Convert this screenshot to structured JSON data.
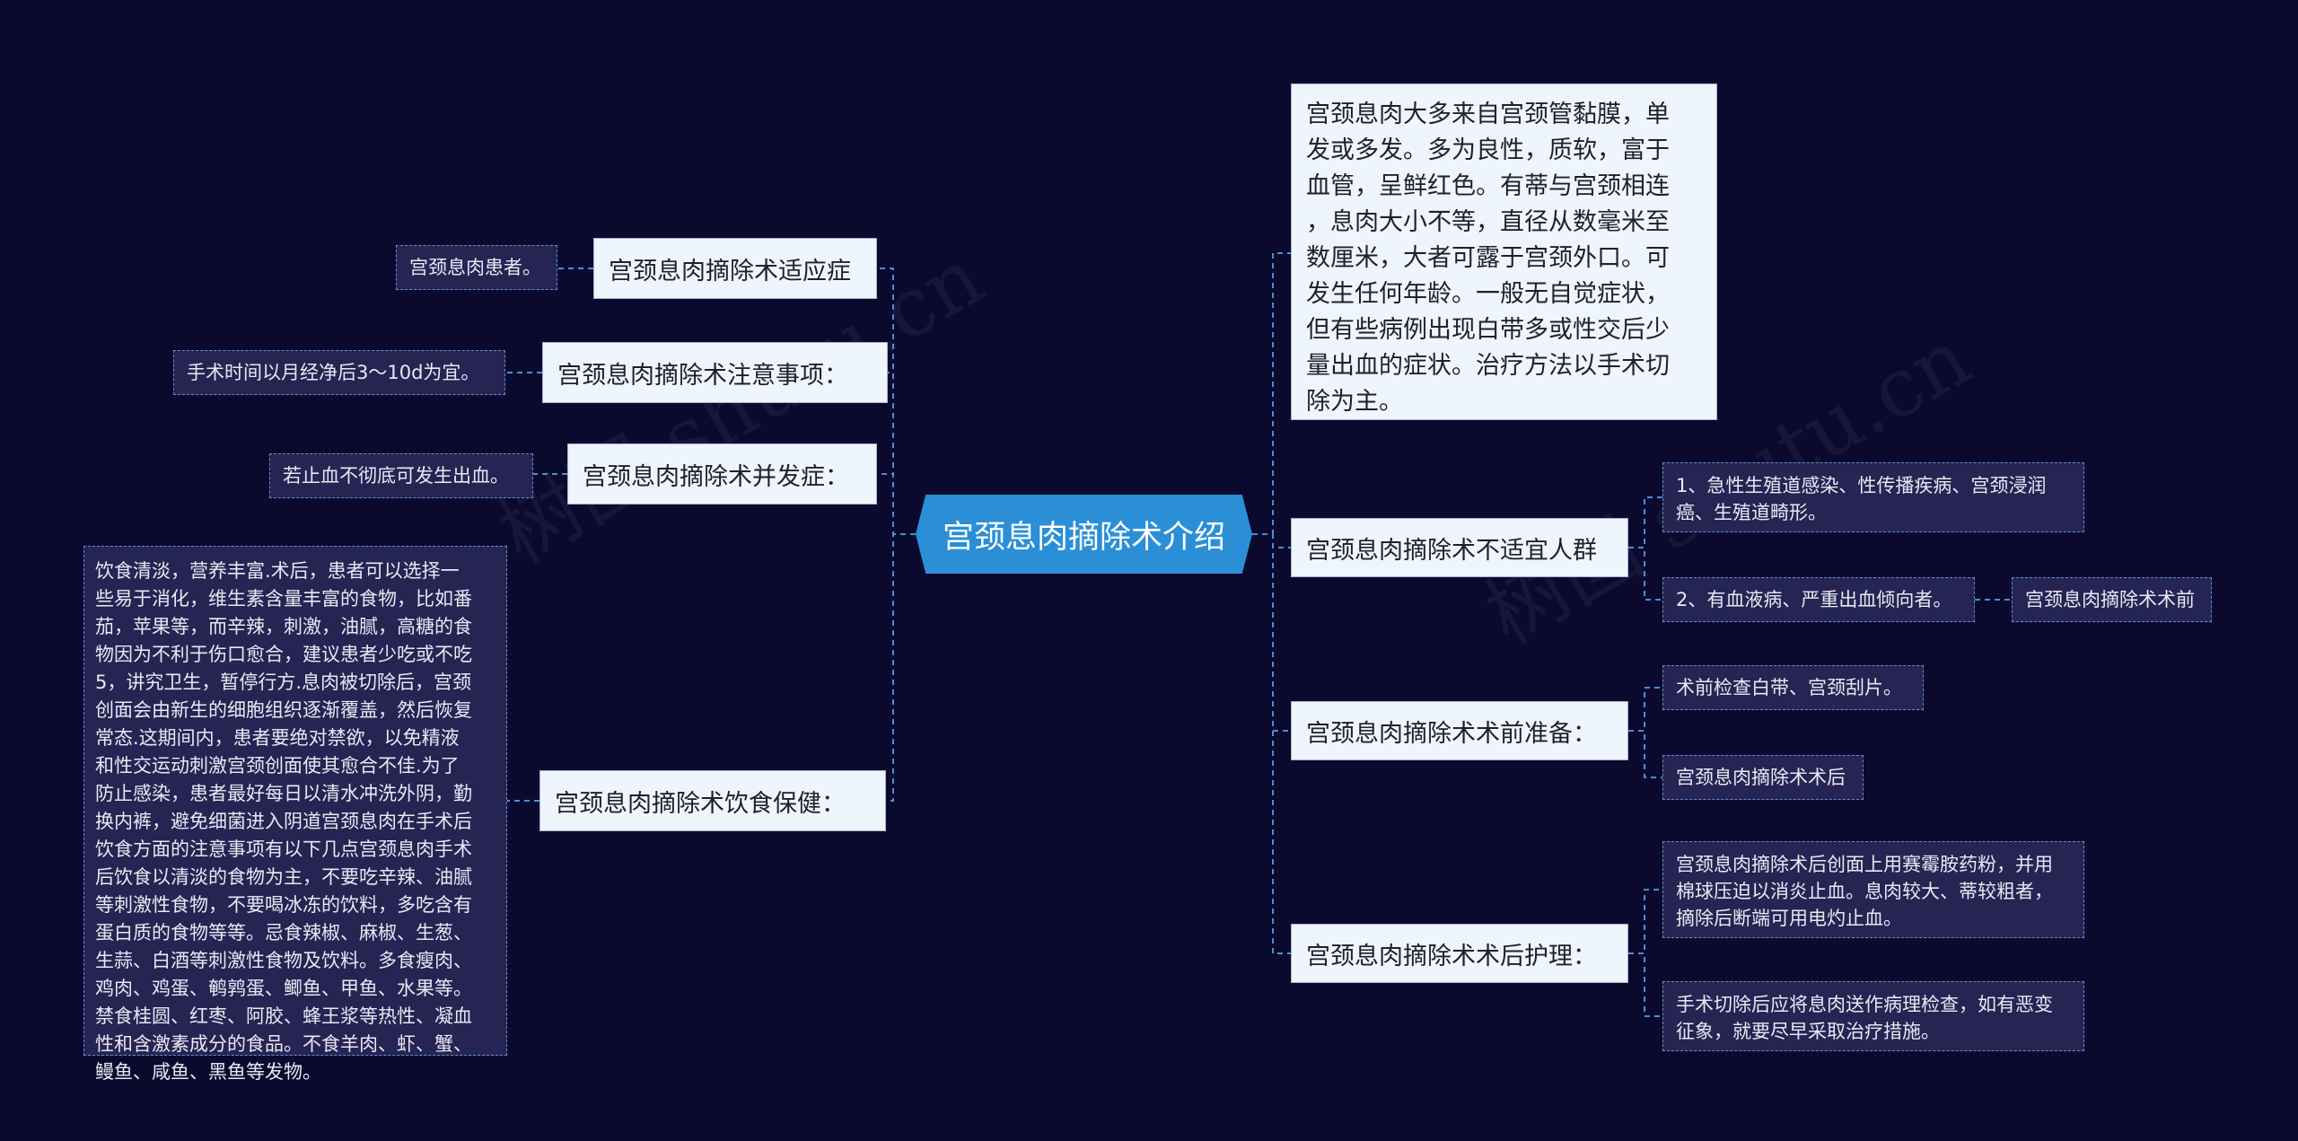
{
  "center": {
    "label": "宫颈息肉摘除术介绍"
  },
  "left": [
    {
      "label": "宫颈息肉摘除术适应症",
      "children": [
        "宫颈息肉患者。"
      ]
    },
    {
      "label": "宫颈息肉摘除术注意事项：",
      "children": [
        "手术时间以月经净后3～10d为宜。"
      ]
    },
    {
      "label": "宫颈息肉摘除术并发症：",
      "children": [
        "若止血不彻底可发生出血。"
      ]
    },
    {
      "label": "宫颈息肉摘除术饮食保健：",
      "children": [
        "饮食清淡，营养丰富.术后，患者可以选择一\n些易于消化，维生素含量丰富的食物，比如番\n茄，苹果等，而辛辣，刺激，油腻，高糖的食\n物因为不利于伤口愈合，建议患者少吃或不吃\n5，讲究卫生，暂停行方.息肉被切除后，宫颈\n创面会由新生的细胞组织逐渐覆盖，然后恢复\n常态.这期间内，患者要绝对禁欲，以免精液\n和性交运动刺激宫颈创面使其愈合不佳.为了\n防止感染，患者最好每日以清水冲洗外阴，勤\n换内裤，避免细菌进入阴道宫颈息肉在手术后\n饮食方面的注意事项有以下几点宫颈息肉手术\n后饮食以清淡的食物为主，不要吃辛辣、油腻\n等刺激性食物，不要喝冰冻的饮料，多吃含有\n蛋白质的食物等等。忌食辣椒、麻椒、生葱、\n生蒜、白酒等刺激性食物及饮料。多食瘦肉、\n鸡肉、鸡蛋、鹌鹑蛋、鲫鱼、甲鱼、水果等。\n禁食桂圆、红枣、阿胶、蜂王浆等热性、凝血\n性和含激素成分的食品。不食羊肉、虾、蟹、\n鳗鱼、咸鱼、黑鱼等发物。"
      ]
    }
  ],
  "right": [
    {
      "label": "宫颈息肉大多来自宫颈管黏膜，单\n发或多发。多为良性，质软，富于\n血管，呈鲜红色。有蒂与宫颈相连\n，息肉大小不等，直径从数毫米至\n数厘米，大者可露于宫颈外口。可\n发生任何年龄。一般无自觉症状，\n但有些病例出现白带多或性交后少\n量出血的症状。治疗方法以手术切\n除为主。",
      "children": []
    },
    {
      "label": "宫颈息肉摘除术不适宜人群",
      "children": [
        "1、急性生殖道感染、性传播疾病、宫颈浸润\n癌、生殖道畸形。",
        "2、有血液病、严重出血倾向者。"
      ],
      "grandchild": "宫颈息肉摘除术术前"
    },
    {
      "label": "宫颈息肉摘除术术前准备：",
      "children": [
        "术前检查白带、宫颈刮片。",
        "宫颈息肉摘除术术后"
      ]
    },
    {
      "label": "宫颈息肉摘除术术后护理：",
      "children": [
        "宫颈息肉摘除术后创面上用赛霉胺药粉，并用\n棉球压迫以消炎止血。息肉较大、蒂较粗者，\n摘除后断端可用电灼止血。",
        "手术切除后应将息肉送作病理检查，如有恶变\n征象，就要尽早采取治疗措施。"
      ]
    }
  ],
  "colors": {
    "background": "#0b0a2e",
    "center": "#2a8fd6",
    "link": "#4a8fd6"
  }
}
